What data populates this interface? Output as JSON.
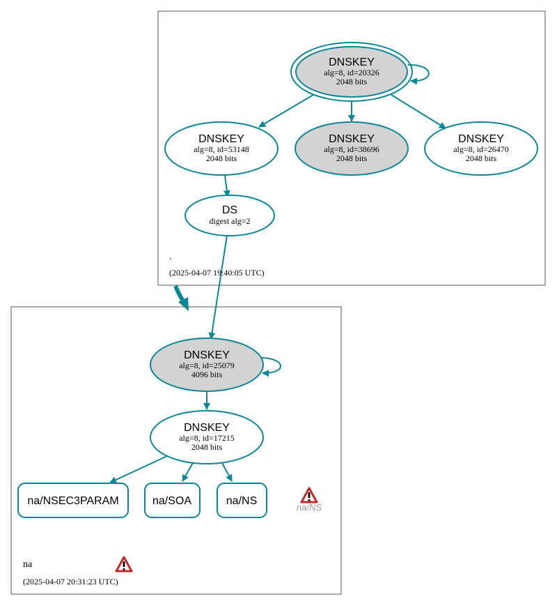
{
  "colors": {
    "edge": "#0a8796",
    "node_stroke": "#0a8796",
    "ksk_fill": "#d3d3d3",
    "zone_border": "#555555",
    "warning_red": "#d03030"
  },
  "zones": {
    "root": {
      "name": ".",
      "timestamp": "(2025-04-07 19:40:05 UTC)"
    },
    "na": {
      "name": "na",
      "timestamp": "(2025-04-07 20:31:23 UTC)",
      "warning_icon": "warning-triangle-icon"
    }
  },
  "nodes": {
    "root_ksk": {
      "title": "DNSKEY",
      "line1": "alg=8, id=20326",
      "line2": "2048 bits"
    },
    "root_zsk_53148": {
      "title": "DNSKEY",
      "line1": "alg=8, id=53148",
      "line2": "2048 bits"
    },
    "root_ksk_38696": {
      "title": "DNSKEY",
      "line1": "alg=8, id=38696",
      "line2": "2048 bits"
    },
    "root_zsk_26470": {
      "title": "DNSKEY",
      "line1": "alg=8, id=26470",
      "line2": "2048 bits"
    },
    "ds": {
      "title": "DS",
      "line1": "digest alg=2"
    },
    "na_ksk": {
      "title": "DNSKEY",
      "line1": "alg=8, id=25079",
      "line2": "4096 bits"
    },
    "na_zsk": {
      "title": "DNSKEY",
      "line1": "alg=8, id=17215",
      "line2": "2048 bits"
    }
  },
  "rrsets": {
    "nsec3param": "na/NSEC3PARAM",
    "soa": "na/SOA",
    "ns": "na/NS"
  },
  "warning_node": {
    "label": "na/NS",
    "icon": "warning-triangle-icon"
  }
}
